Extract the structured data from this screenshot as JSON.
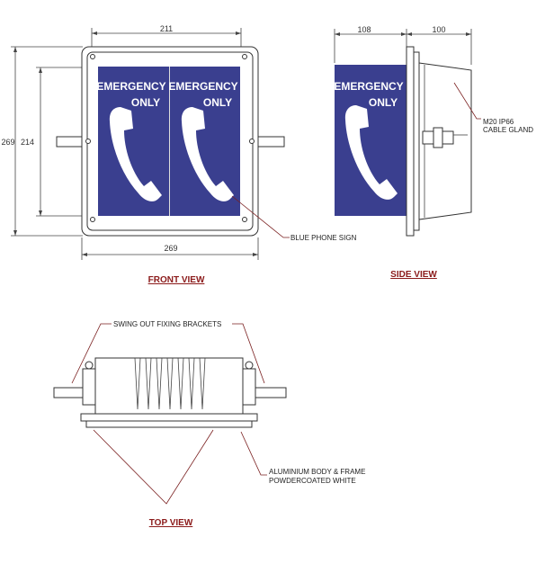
{
  "colors": {
    "sign_blue": "#3a3f8f",
    "leader_red": "#7a1f1f",
    "label_red": "#8b1a1a"
  },
  "front_view": {
    "title": "FRONT VIEW",
    "dim_top": "211",
    "dim_bottom": "269",
    "dim_left_outer": "269",
    "dim_left_inner": "214",
    "sign_left_line1": "EMERGENCY",
    "sign_left_line2": "ONLY",
    "sign_right_line1": "EMERGENCY",
    "sign_right_line2": "ONLY",
    "callout_sign": "BLUE PHONE SIGN"
  },
  "side_view": {
    "title": "SIDE VIEW",
    "dim_left": "108",
    "dim_right": "100",
    "sign_line1": "EMERGENCY",
    "sign_line2": "ONLY",
    "callout_gland_1": "M20 IP66",
    "callout_gland_2": "CABLE GLAND"
  },
  "top_view": {
    "title": "TOP VIEW",
    "callout_brackets": "SWING OUT FIXING BRACKETS",
    "callout_body_1": "ALUMINIUM BODY & FRAME",
    "callout_body_2": "POWDERCOATED WHITE"
  }
}
